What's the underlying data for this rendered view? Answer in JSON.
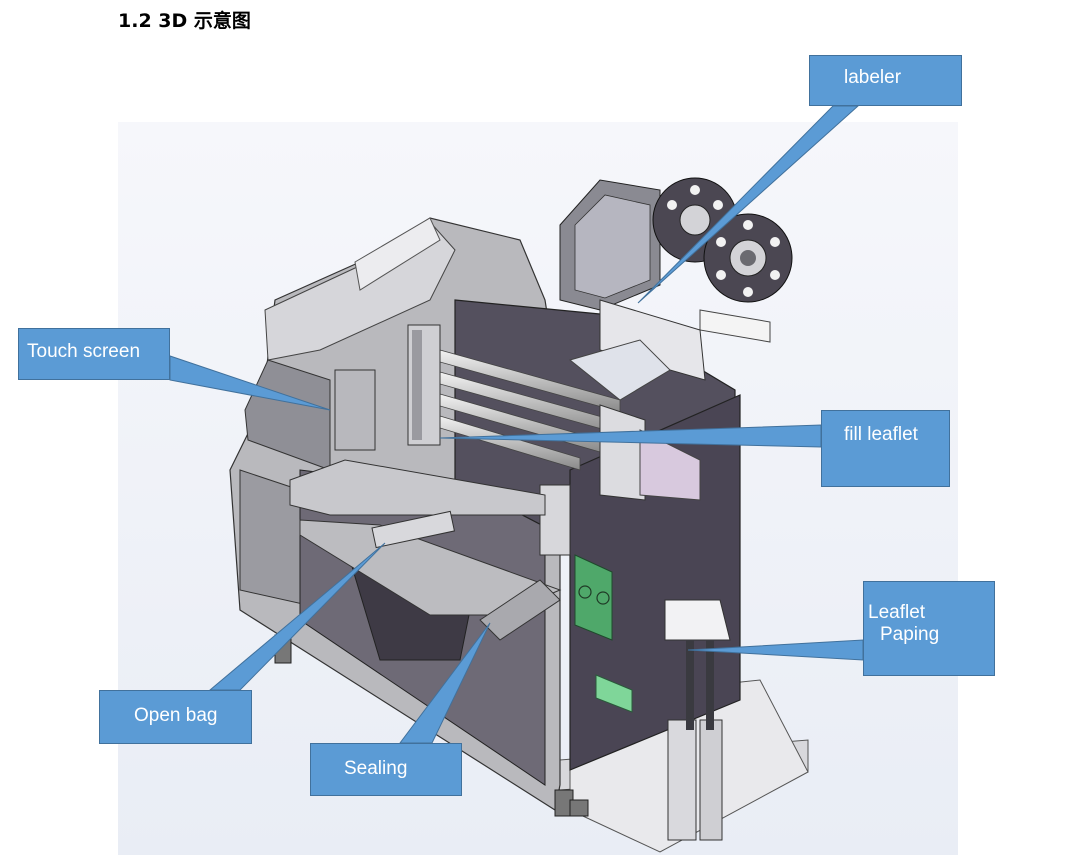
{
  "heading": "1.2 3D 示意图",
  "callouts": {
    "labeler": "labeler",
    "touch_screen": "Touch screen",
    "fill_leaflet": "fill leaflet",
    "leaflet_paping_line1": "Leaflet",
    "leaflet_paping_line2": "Paping",
    "open_bag": "Open bag",
    "sealing": "Sealing"
  },
  "colors": {
    "callout_fill": "#5b9bd5",
    "callout_border": "#41719c",
    "machine_frame": "#a8a8ac",
    "machine_dark": "#4e4858",
    "panel_green": "#4fa86a",
    "background_tint": "#eef1f7"
  }
}
